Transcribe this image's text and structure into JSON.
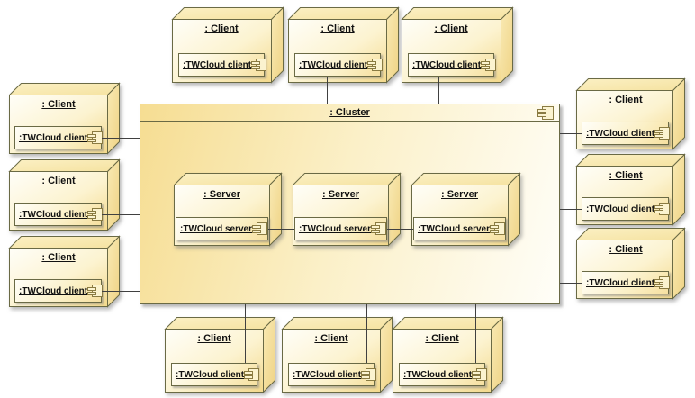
{
  "diagram": {
    "type": "uml-deployment-diagram",
    "cluster": {
      "label": ": Cluster",
      "icon": "component-icon"
    },
    "servers": [
      {
        "label": ": Server",
        "artifact": ":TWCloud server",
        "icon": "component-icon"
      },
      {
        "label": ": Server",
        "artifact": ":TWCloud server",
        "icon": "component-icon"
      },
      {
        "label": ": Server",
        "artifact": ":TWCloud server",
        "icon": "component-icon"
      }
    ],
    "clients": [
      {
        "label": ": Client",
        "artifact": ":TWCloud client",
        "icon": "component-icon"
      },
      {
        "label": ": Client",
        "artifact": ":TWCloud client",
        "icon": "component-icon"
      },
      {
        "label": ": Client",
        "artifact": ":TWCloud client",
        "icon": "component-icon"
      },
      {
        "label": ": Client",
        "artifact": ":TWCloud client",
        "icon": "component-icon"
      },
      {
        "label": ": Client",
        "artifact": ":TWCloud client",
        "icon": "component-icon"
      },
      {
        "label": ": Client",
        "artifact": ":TWCloud client",
        "icon": "component-icon"
      },
      {
        "label": ": Client",
        "artifact": ":TWCloud client",
        "icon": "component-icon"
      },
      {
        "label": ": Client",
        "artifact": ":TWCloud client",
        "icon": "component-icon"
      },
      {
        "label": ": Client",
        "artifact": ":TWCloud client",
        "icon": "component-icon"
      },
      {
        "label": ": Client",
        "artifact": ":TWCloud client",
        "icon": "component-icon"
      },
      {
        "label": ": Client",
        "artifact": ":TWCloud client",
        "icon": "component-icon"
      },
      {
        "label": ": Client",
        "artifact": ":TWCloud client",
        "icon": "component-icon"
      }
    ],
    "colors": {
      "node_border": "#6a6a45",
      "fill_light": "#fffef8",
      "fill_yellow": "#f3d98c",
      "icon_stroke": "#8a7b42",
      "connector": "#404040",
      "background": "#ffffff"
    }
  }
}
